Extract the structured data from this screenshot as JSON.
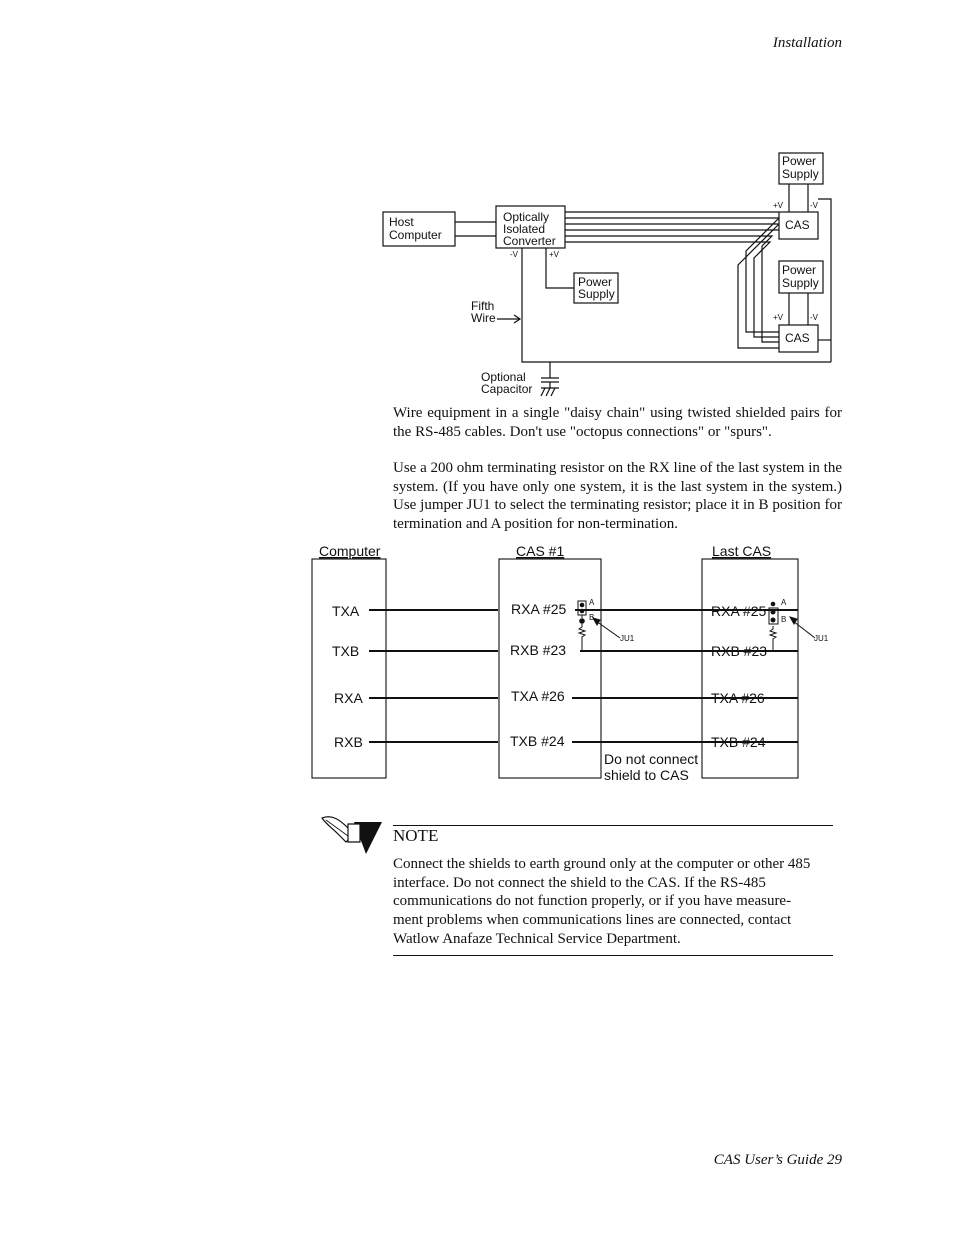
{
  "header": {
    "section": "Installation"
  },
  "footer": {
    "page": "CAS User’s Guide 29"
  },
  "diagram1": {
    "host_computer": [
      "Host",
      "Computer"
    ],
    "converter": [
      "Optically",
      "Isolated",
      "Converter"
    ],
    "power_supply": [
      "Power",
      "Supply"
    ],
    "cas": "CAS",
    "fifth_wire": [
      "Fifth",
      "Wire"
    ],
    "optional_capacitor": [
      "Optional",
      "Capacitor"
    ],
    "plus_v": "+V",
    "minus_v": "-V"
  },
  "paragraphs": {
    "p1": "Wire equipment in a single \"daisy chain\" using twisted shielded pairs for the RS-485 cables. Don't use \"octopus connections\" or \"spurs\".",
    "p2": "Use a 200 ohm terminating resistor on the RX line of the last system in the system. (If you have only one system, it is the last system in the system.) Use jumper JU1 to select the terminating resistor; place it in B position for termination and A position for non-termination."
  },
  "diagram2": {
    "computer": "Computer",
    "cas1": "CAS #1",
    "last_cas": "Last CAS",
    "computer_pins": [
      "TXA",
      "TXB",
      "RXA",
      "RXB"
    ],
    "cas_pins": [
      "RXA #25",
      "RXB #23",
      "TXA #26",
      "TXB #24"
    ],
    "shield_note": [
      "Do not connect",
      "shield to CAS"
    ],
    "jumper": "JU1",
    "pos_a": "A",
    "pos_b": "B"
  },
  "note": {
    "title": "NOTE",
    "body": "Connect the shields to earth ground only at the computer or other 485 interface.  Do not connect the shield to the CAS.  If the RS-485 communications do not function properly, or if you have measure-ment problems when communications lines are connected, contact Watlow Anafaze Technical Service Department."
  }
}
